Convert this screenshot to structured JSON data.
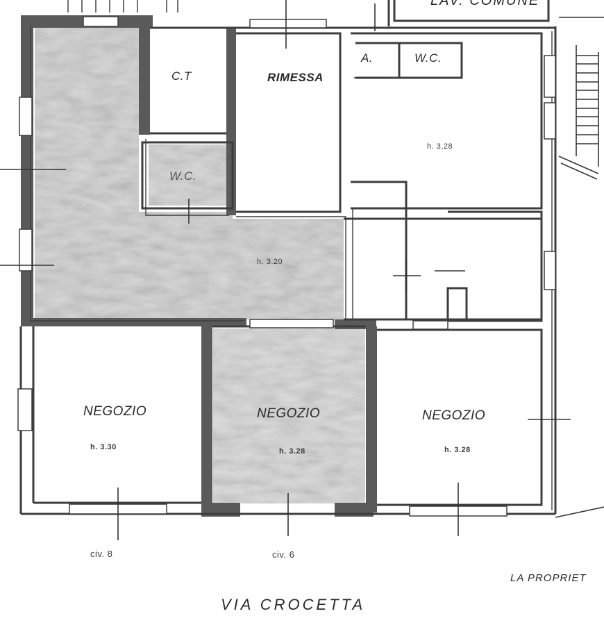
{
  "plan": {
    "top_label": "LAV. COMUNE",
    "rooms": {
      "ci": "C.T",
      "rimessa": "RIMESSA",
      "wc_top": "W.C.",
      "antibagno": "A.",
      "wc_left": "W.C.",
      "back_height": "h. 3,28",
      "main_height": "h. 3.20",
      "negozio_left": "NEGOZIO",
      "negozio_left_height": "h. 3.30",
      "negozio_center": "NEGOZIO",
      "negozio_center_height": "h. 3.28",
      "negozio_right": "NEGOZIO",
      "negozio_right_height": "h. 3.28"
    },
    "entrances": {
      "civ_left": "civ. 8",
      "civ_center": "civ. 6"
    },
    "owner_note": "LA PROPRIET",
    "street": "VIA CROCETTA"
  },
  "colors": {
    "wall": "#555555",
    "shade": "#c9c9c9",
    "paper": "#ffffff"
  }
}
